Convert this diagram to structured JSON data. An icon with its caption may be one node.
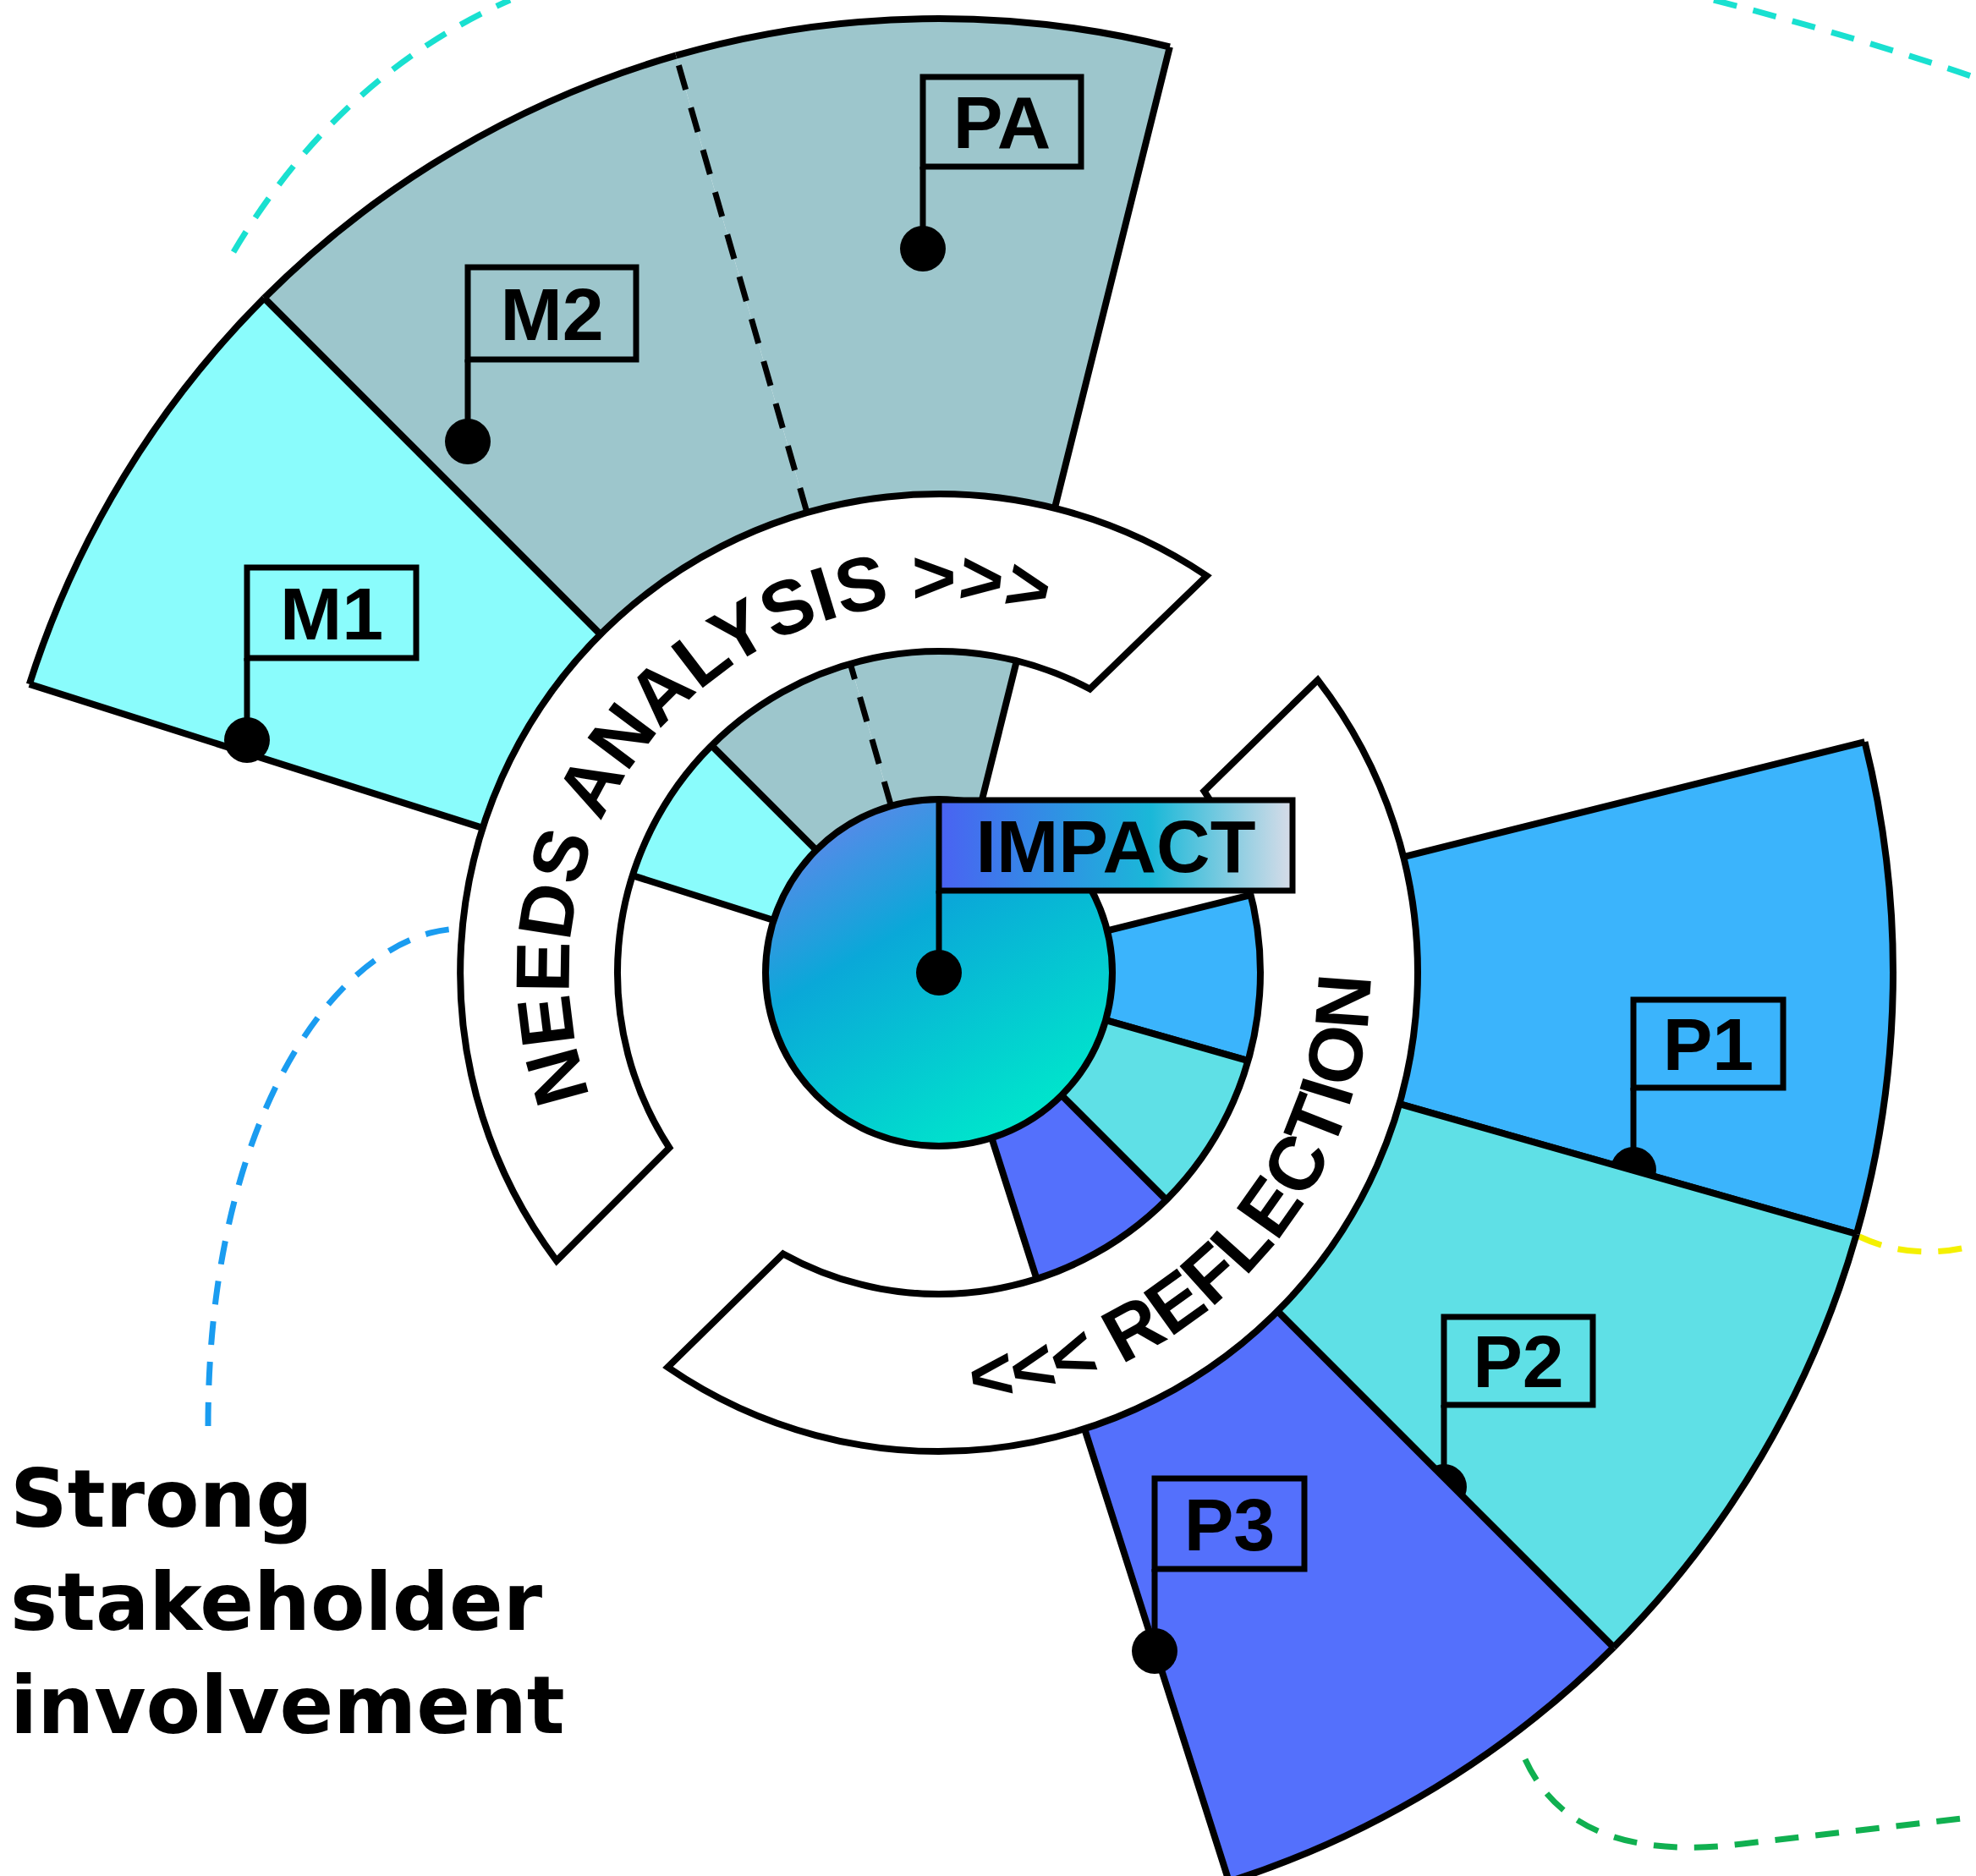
{
  "diagram": {
    "nodes": [
      {
        "text": [
          "M1"
        ]
      },
      {
        "text": [
          "M2"
        ]
      },
      {
        "text": [
          "PA"
        ]
      },
      {
        "text": [
          "NEEDS ANALYSIS >>>"
        ]
      },
      {
        "text": [
          "IMPACT"
        ]
      },
      {
        "text": [
          "<<< REFLECTION"
        ]
      },
      {
        "text": [
          "P1"
        ]
      },
      {
        "text": [
          "P2"
        ]
      },
      {
        "text": [
          "P3"
        ]
      },
      {
        "text": [
          "Strong stakeholder involvement"
        ]
      }
    ],
    "edges": [
      {
        "from": 9,
        "to": 3,
        "arrow": "none",
        "style": "dashed",
        "color": "#1a9cf0"
      }
    ]
  }
}
